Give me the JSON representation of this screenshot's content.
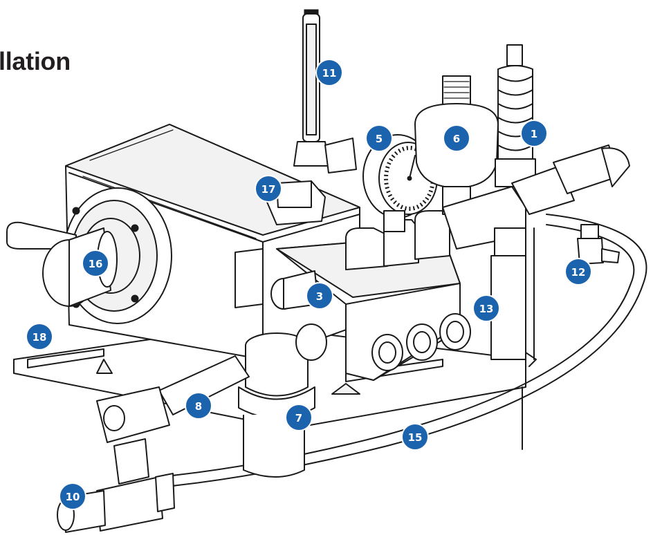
{
  "heading": "llation",
  "colors": {
    "callout": "#1b63ad",
    "line": "#1a1a1a",
    "background": "#ffffff"
  },
  "callouts": [
    {
      "id": "c1",
      "label": "1"
    },
    {
      "id": "c3",
      "label": "3"
    },
    {
      "id": "c5",
      "label": "5"
    },
    {
      "id": "c6",
      "label": "6"
    },
    {
      "id": "c7",
      "label": "7"
    },
    {
      "id": "c8",
      "label": "8"
    },
    {
      "id": "c10",
      "label": "10"
    },
    {
      "id": "c11",
      "label": "11"
    },
    {
      "id": "c12",
      "label": "12"
    },
    {
      "id": "c13",
      "label": "13"
    },
    {
      "id": "c15",
      "label": "15"
    },
    {
      "id": "c16",
      "label": "16"
    },
    {
      "id": "c17",
      "label": "17"
    },
    {
      "id": "c18",
      "label": "18"
    }
  ]
}
